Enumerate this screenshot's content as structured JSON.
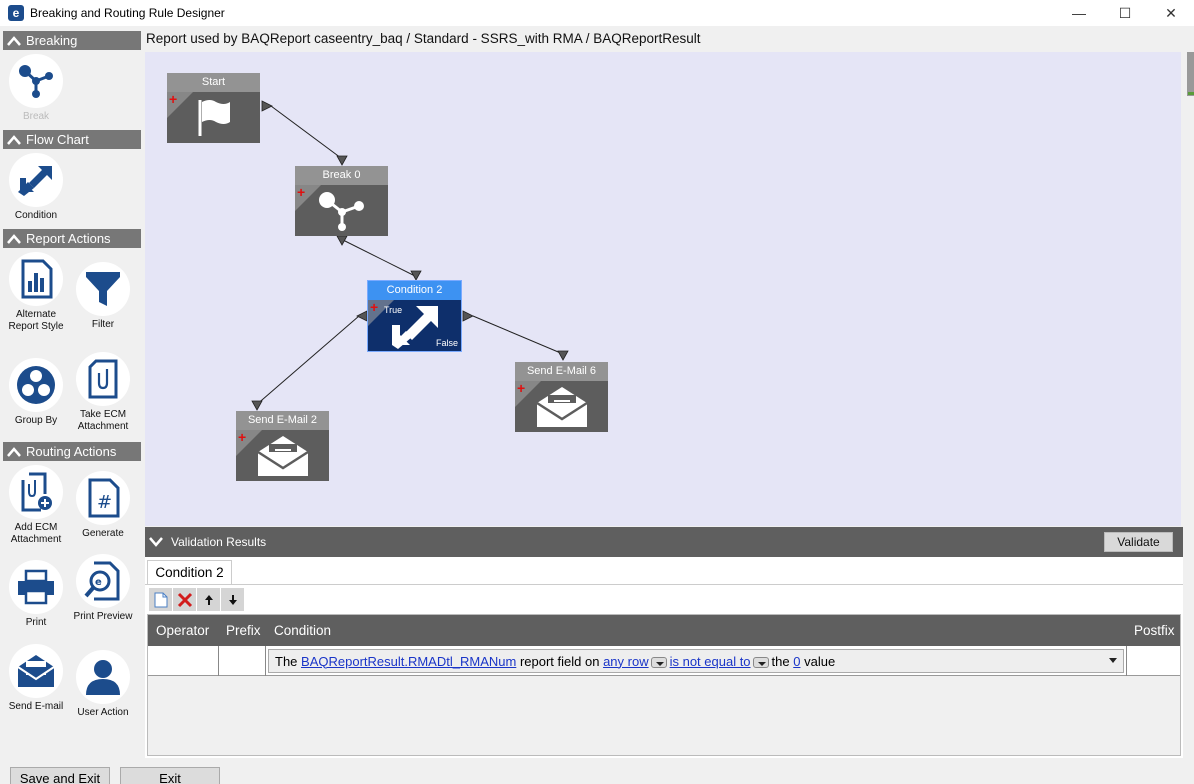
{
  "window": {
    "title": "Breaking and Routing Rule Designer",
    "logo_letter": "e",
    "minimize": "—",
    "maximize": "☐",
    "close": "✕"
  },
  "toolbox": {
    "sections": [
      {
        "title": "Breaking"
      },
      {
        "title": "Flow Chart"
      },
      {
        "title": "Report Actions"
      },
      {
        "title": "Routing Actions"
      }
    ],
    "tools": {
      "break": "Break",
      "condition": "Condition",
      "alternate_report_style": "Alternate Report Style",
      "filter": "Filter",
      "group_by": "Group By",
      "take_ecm_attachment": "Take ECM Attachment",
      "add_ecm_attachment": "Add ECM Attachment",
      "generate": "Generate",
      "print": "Print",
      "print_preview": "Print Preview",
      "send_email": "Send E-mail",
      "user_action": "User Action"
    }
  },
  "report_header": "Report used by BAQReport caseentry_baq / Standard - SSRS_with RMA / BAQReportResult",
  "flow": {
    "nodes": {
      "start": "Start",
      "break0": "Break 0",
      "condition2": "Condition 2",
      "sendmail2": "Send E-Mail 2",
      "sendmail6": "Send E-Mail 6"
    },
    "true_label": "True",
    "false_label": "False"
  },
  "validation": {
    "title": "Validation Results",
    "validate_button": "Validate"
  },
  "editor": {
    "tab": "Condition 2",
    "columns": {
      "operator": "Operator",
      "prefix": "Prefix",
      "condition": "Condition",
      "postfix": "Postfix"
    },
    "row": {
      "the": "The",
      "field": "BAQReportResult.RMADtl_RMANum",
      "report_field_on": "report field on",
      "any_row": "any row",
      "is_not_equal_to": "is not equal to",
      "the2": "the",
      "value_num": "0",
      "value_word": "value"
    }
  },
  "footer": {
    "save_and_exit": "Save and Exit",
    "exit": "Exit"
  },
  "colors": {
    "accent_blue": "#3d92f2",
    "selected_node": "#0e2f6b",
    "node_body": "#5d5d5d",
    "canvas_bg": "#e5e5f6",
    "plus_red": "#e01010",
    "link_blue": "#1a35c8"
  }
}
